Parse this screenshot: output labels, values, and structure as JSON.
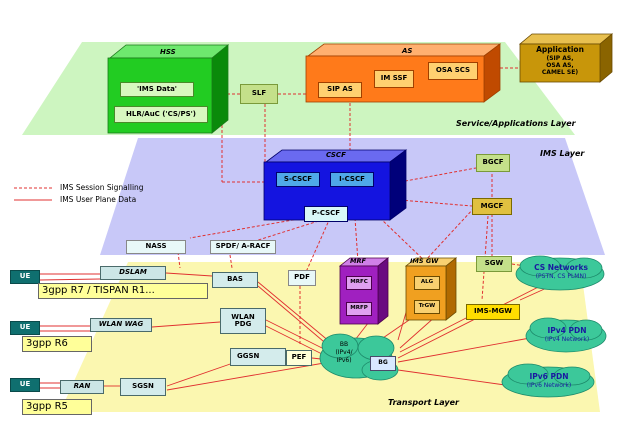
{
  "layers": {
    "service": "Service/Applications Layer",
    "ims": "IMS Layer",
    "transport": "Transport Layer"
  },
  "legend": {
    "signalling": "IMS Session Signalling",
    "user_plane": "IMS User Plane Data"
  },
  "service": {
    "hss_title": "HSS",
    "ims_data": "'IMS Data'",
    "hlr": "HLR/AuC ('CS/PS')",
    "slf": "SLF",
    "as_title": "AS",
    "sip_as": "SIP AS",
    "im_ssf": "IM SSF",
    "osa_scs": "OSA SCS",
    "application": "Application",
    "application_sub": [
      "(SIP AS,",
      "OSA AS,",
      "CAMEL SE)"
    ]
  },
  "ims": {
    "cscf_title": "CSCF",
    "s_cscf": "S-CSCF",
    "i_cscf": "I-CSCF",
    "p_cscf": "P-CSCF",
    "bgcf": "BGCF",
    "mgcf": "MGCF",
    "nass": "NASS",
    "spdf": "SPDF/ A-RACF",
    "sgw": "SGW",
    "mrf_title": "MRF",
    "mrfc": "MRFC",
    "mrfp": "MRFP",
    "ims_gw_title": "IMS GW",
    "alg": "ALG",
    "trgw": "TrGW",
    "ims_mgw": "IMS-MGW",
    "pdf": "PDF"
  },
  "transport": {
    "dslam": "DSLAM",
    "bas": "BAS",
    "wlan_wag": "WLAN WAG",
    "wlan_pdg": [
      "WLAN",
      "PDG"
    ],
    "ggsn": "GGSN",
    "pef": "PEF",
    "ran": "RAN",
    "sgsn": "SGSN",
    "bb": [
      "BB",
      "(IPv4/",
      "IPv6)"
    ],
    "bg": "BG"
  },
  "access": {
    "ue": "UE",
    "r7": "3gpp R7 / TISPAN R1...",
    "r6": "3gpp R6",
    "r5": "3gpp R5"
  },
  "networks": {
    "cs": [
      "CS Networks",
      "(PSTN, CS PLMN)"
    ],
    "ipv4": [
      "IPv4 PDN",
      "(IPv4 Network)"
    ],
    "ipv6": [
      "IPv6 PDN",
      "(IPv6 Network)"
    ]
  },
  "colors": {
    "service_plane": "#cdf5c0",
    "ims_plane": "#c8c8f8",
    "transport_plane": "#fbf7b0",
    "hss": "#22cc22",
    "as": "#ff7a1a",
    "application": "#c8960a",
    "cscf": "#1414e0",
    "ims_gw": "#f0a020",
    "mrf": "#a020c0",
    "cloud": "#3cc89a",
    "signalling_line": "#e03030",
    "ue": "#0f6f6f"
  }
}
